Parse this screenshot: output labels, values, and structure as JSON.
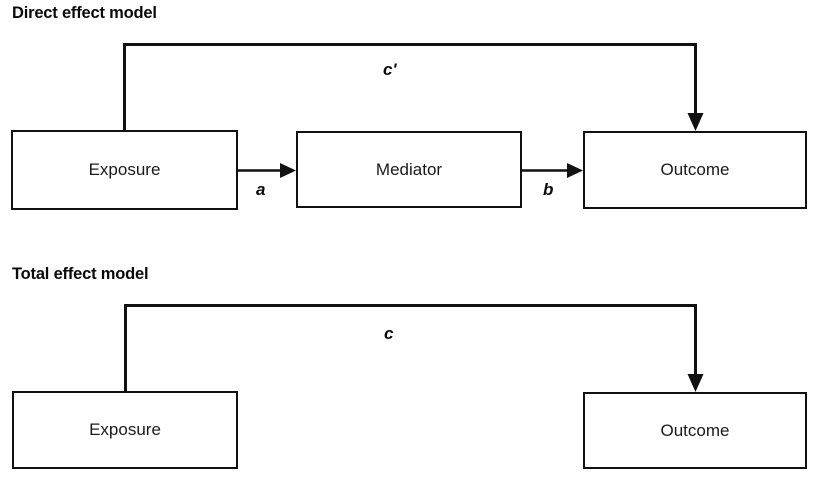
{
  "diagram": {
    "title_top": "Direct effect model",
    "title_bottom": "Total effect model",
    "colors": {
      "stroke": "#111111",
      "background": "#ffffff",
      "text": "#1a1a1a"
    },
    "top_model": {
      "nodes": [
        {
          "id": "exposure",
          "label": "Exposure"
        },
        {
          "id": "mediator",
          "label": "Mediator"
        },
        {
          "id": "outcome",
          "label": "Outcome"
        }
      ],
      "edges": [
        {
          "id": "a",
          "label": "a",
          "from": "exposure",
          "to": "mediator",
          "style": "straight-arrow"
        },
        {
          "id": "b",
          "label": "b",
          "from": "mediator",
          "to": "outcome",
          "style": "straight-arrow"
        },
        {
          "id": "c-prime",
          "label": "c'",
          "from": "exposure",
          "to": "outcome",
          "style": "overhead-arrow"
        }
      ]
    },
    "bottom_model": {
      "nodes": [
        {
          "id": "exposure",
          "label": "Exposure"
        },
        {
          "id": "outcome",
          "label": "Outcome"
        }
      ],
      "edges": [
        {
          "id": "c",
          "label": "c",
          "from": "exposure",
          "to": "outcome",
          "style": "overhead-arrow"
        }
      ]
    }
  }
}
